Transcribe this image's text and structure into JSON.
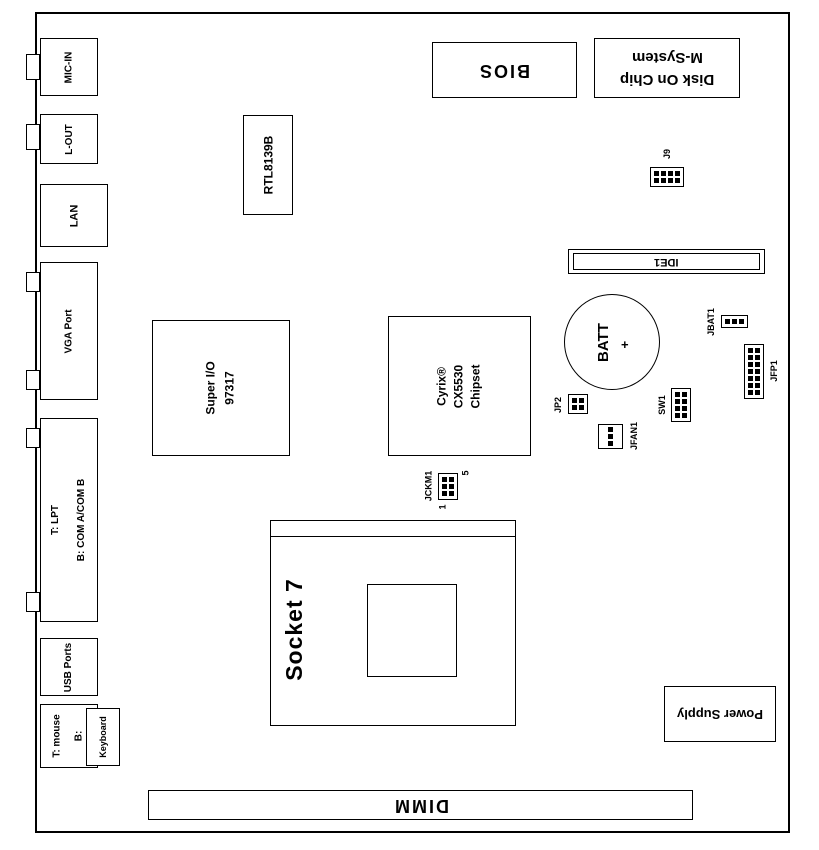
{
  "ports": {
    "mic_in": "MIC-IN",
    "l_out": "L-OUT",
    "lan": "LAN",
    "vga": "VGA Port",
    "lpt_line1": "T: LPT",
    "lpt_line2": "B: COM A/COM B",
    "usb": "USB Ports",
    "mouse_line1": "T: mouse",
    "mouse_line2": "B:",
    "keyboard": "Keyboard"
  },
  "chips": {
    "bios": "BIOS",
    "msystem_line1": "M-System",
    "msystem_line2": "Disk On Chip",
    "ethernet": "RTL8139B",
    "superio_line1": "Super I/O",
    "superio_line2": "97317",
    "chipset_line1": "Cyrix®",
    "chipset_line2": "CX5530",
    "chipset_line3": "Chipset",
    "socket": "Socket 7"
  },
  "connectors": {
    "ide": "IDE1",
    "dimm": "DIMM",
    "power": "Power Supply",
    "battery": "BATT",
    "battery_plus": "+",
    "j9": "J9",
    "jp2": "JP2",
    "sw1": "SW1",
    "jfan1": "JFAN1",
    "jckm1": "JCKM1",
    "jckm1_pin1": "1",
    "jckm1_pin5": "5",
    "jbat1": "JBAT1",
    "jfp1": "JFP1"
  },
  "colors": {
    "line": "#000000",
    "background": "#ffffff"
  }
}
